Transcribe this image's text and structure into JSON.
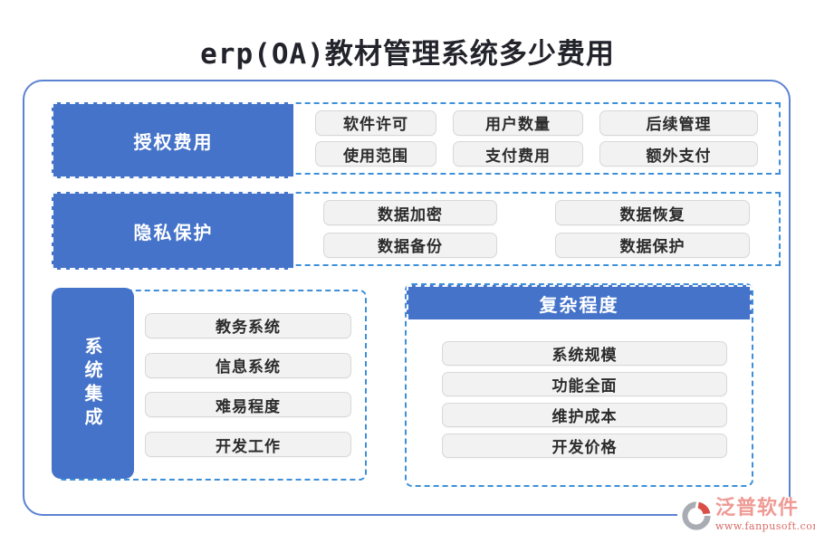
{
  "title": "erp(OA)教材管理系统多少费用",
  "colors": {
    "box_blue": "#4573c9",
    "dash_blue": "#3d8fd9",
    "outer_border_blue": "#5c82d2",
    "pill_bg": "#f2f2f2",
    "pill_border": "#d8d8d8",
    "title_color": "#23232b",
    "brand_pink": "#ef9a94",
    "brand_url_red": "#d96c66"
  },
  "sections": [
    {
      "label": "授权费用",
      "items": [
        "软件许可",
        "用户数量",
        "后续管理",
        "使用范围",
        "支付费用",
        "额外支付"
      ]
    },
    {
      "label": "隐私保护",
      "items": [
        "数据加密",
        "数据恢复",
        "数据备份",
        "数据保护"
      ]
    },
    {
      "label": "系统集成",
      "items": [
        "教务系统",
        "信息系统",
        "难易程度",
        "开发工作"
      ]
    },
    {
      "label": "复杂程度",
      "items": [
        "系统规模",
        "功能全面",
        "维护成本",
        "开发价格"
      ]
    }
  ],
  "footer": {
    "brand": "泛普软件",
    "url": "www.fanpusoft.com"
  }
}
